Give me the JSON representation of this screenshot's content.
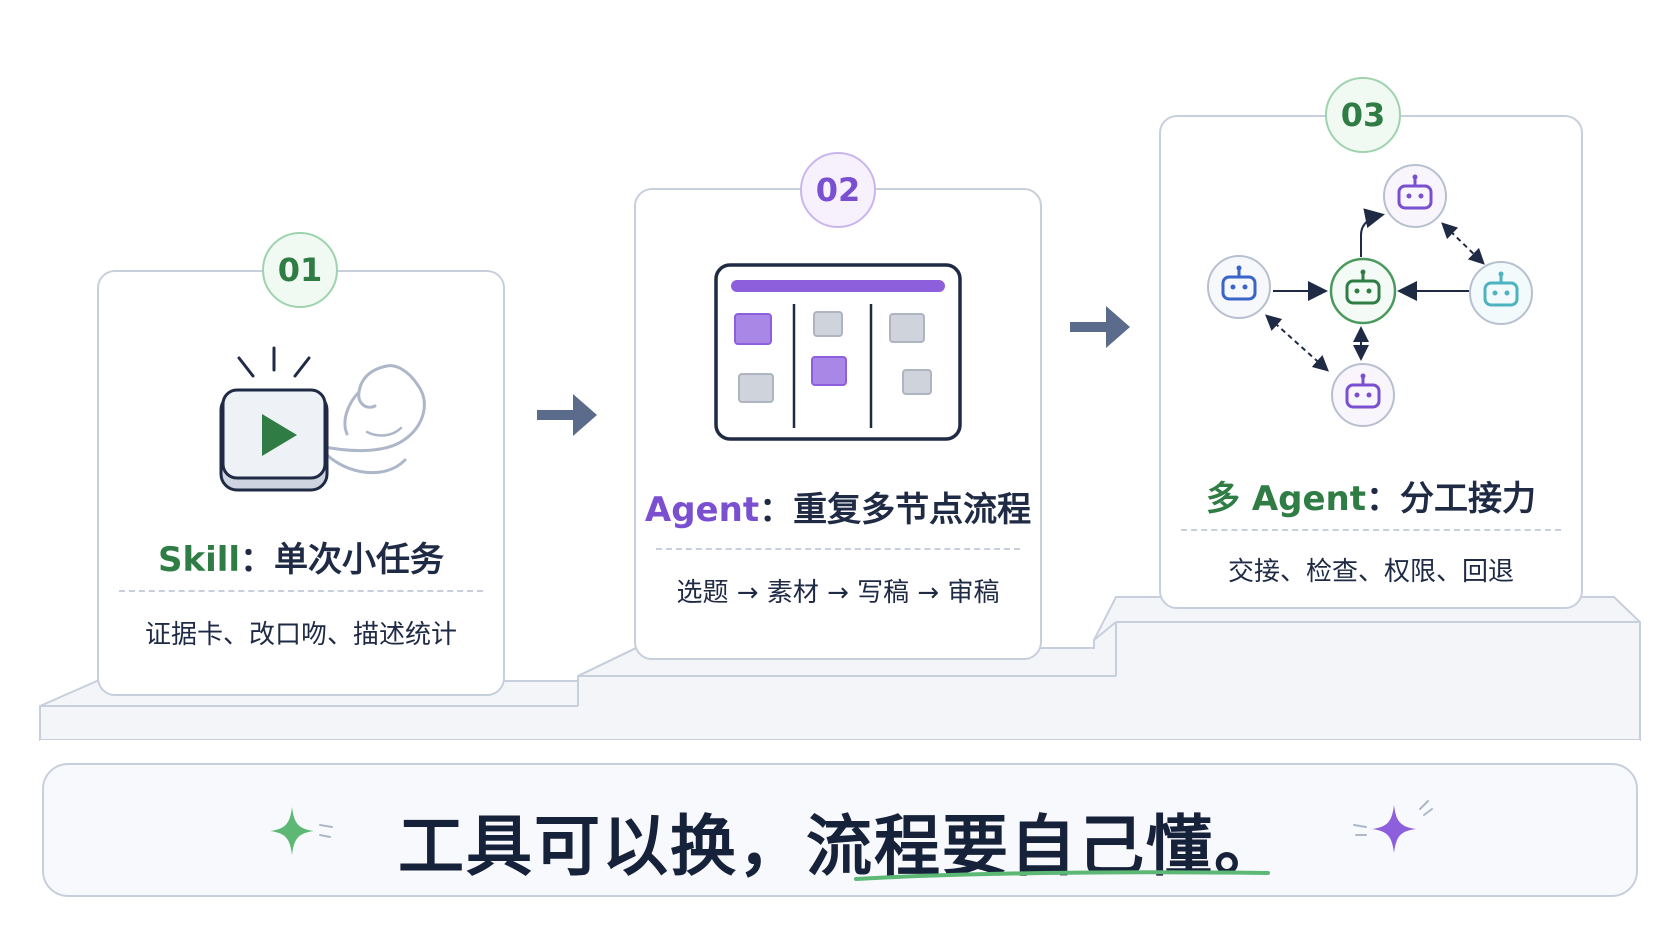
{
  "steps": [
    {
      "number": "01",
      "title_accent": "Skill",
      "title_rest": "：单次小任务",
      "description": "证据卡、改口吻、描述统计",
      "icon": "play-button-flexing-arm-icon",
      "accent_color": "#2f7d45"
    },
    {
      "number": "02",
      "title_accent": "Agent",
      "title_rest": "：重复多节点流程",
      "description": "选题 → 素材 → 写稿 → 审稿",
      "icon": "kanban-board-icon",
      "accent_color": "#7a4fd0"
    },
    {
      "number": "03",
      "title_prefix": "多 ",
      "title_accent": "Agent",
      "title_rest": "：分工接力",
      "description": "交接、检查、权限、回退",
      "icon": "robot-network-icon",
      "accent_color": "#2f7d45"
    }
  ],
  "banner": {
    "text": "工具可以换，流程要自己懂。",
    "left_icon": "sparkle-icon",
    "right_icon": "sparkle-icon",
    "underline_color": "#5cb874"
  },
  "colors": {
    "green": "#2f7d45",
    "purple": "#7a4fd0",
    "navy": "#1f2a44",
    "arrow": "#5a6b8c",
    "border": "#c8cfdc"
  }
}
